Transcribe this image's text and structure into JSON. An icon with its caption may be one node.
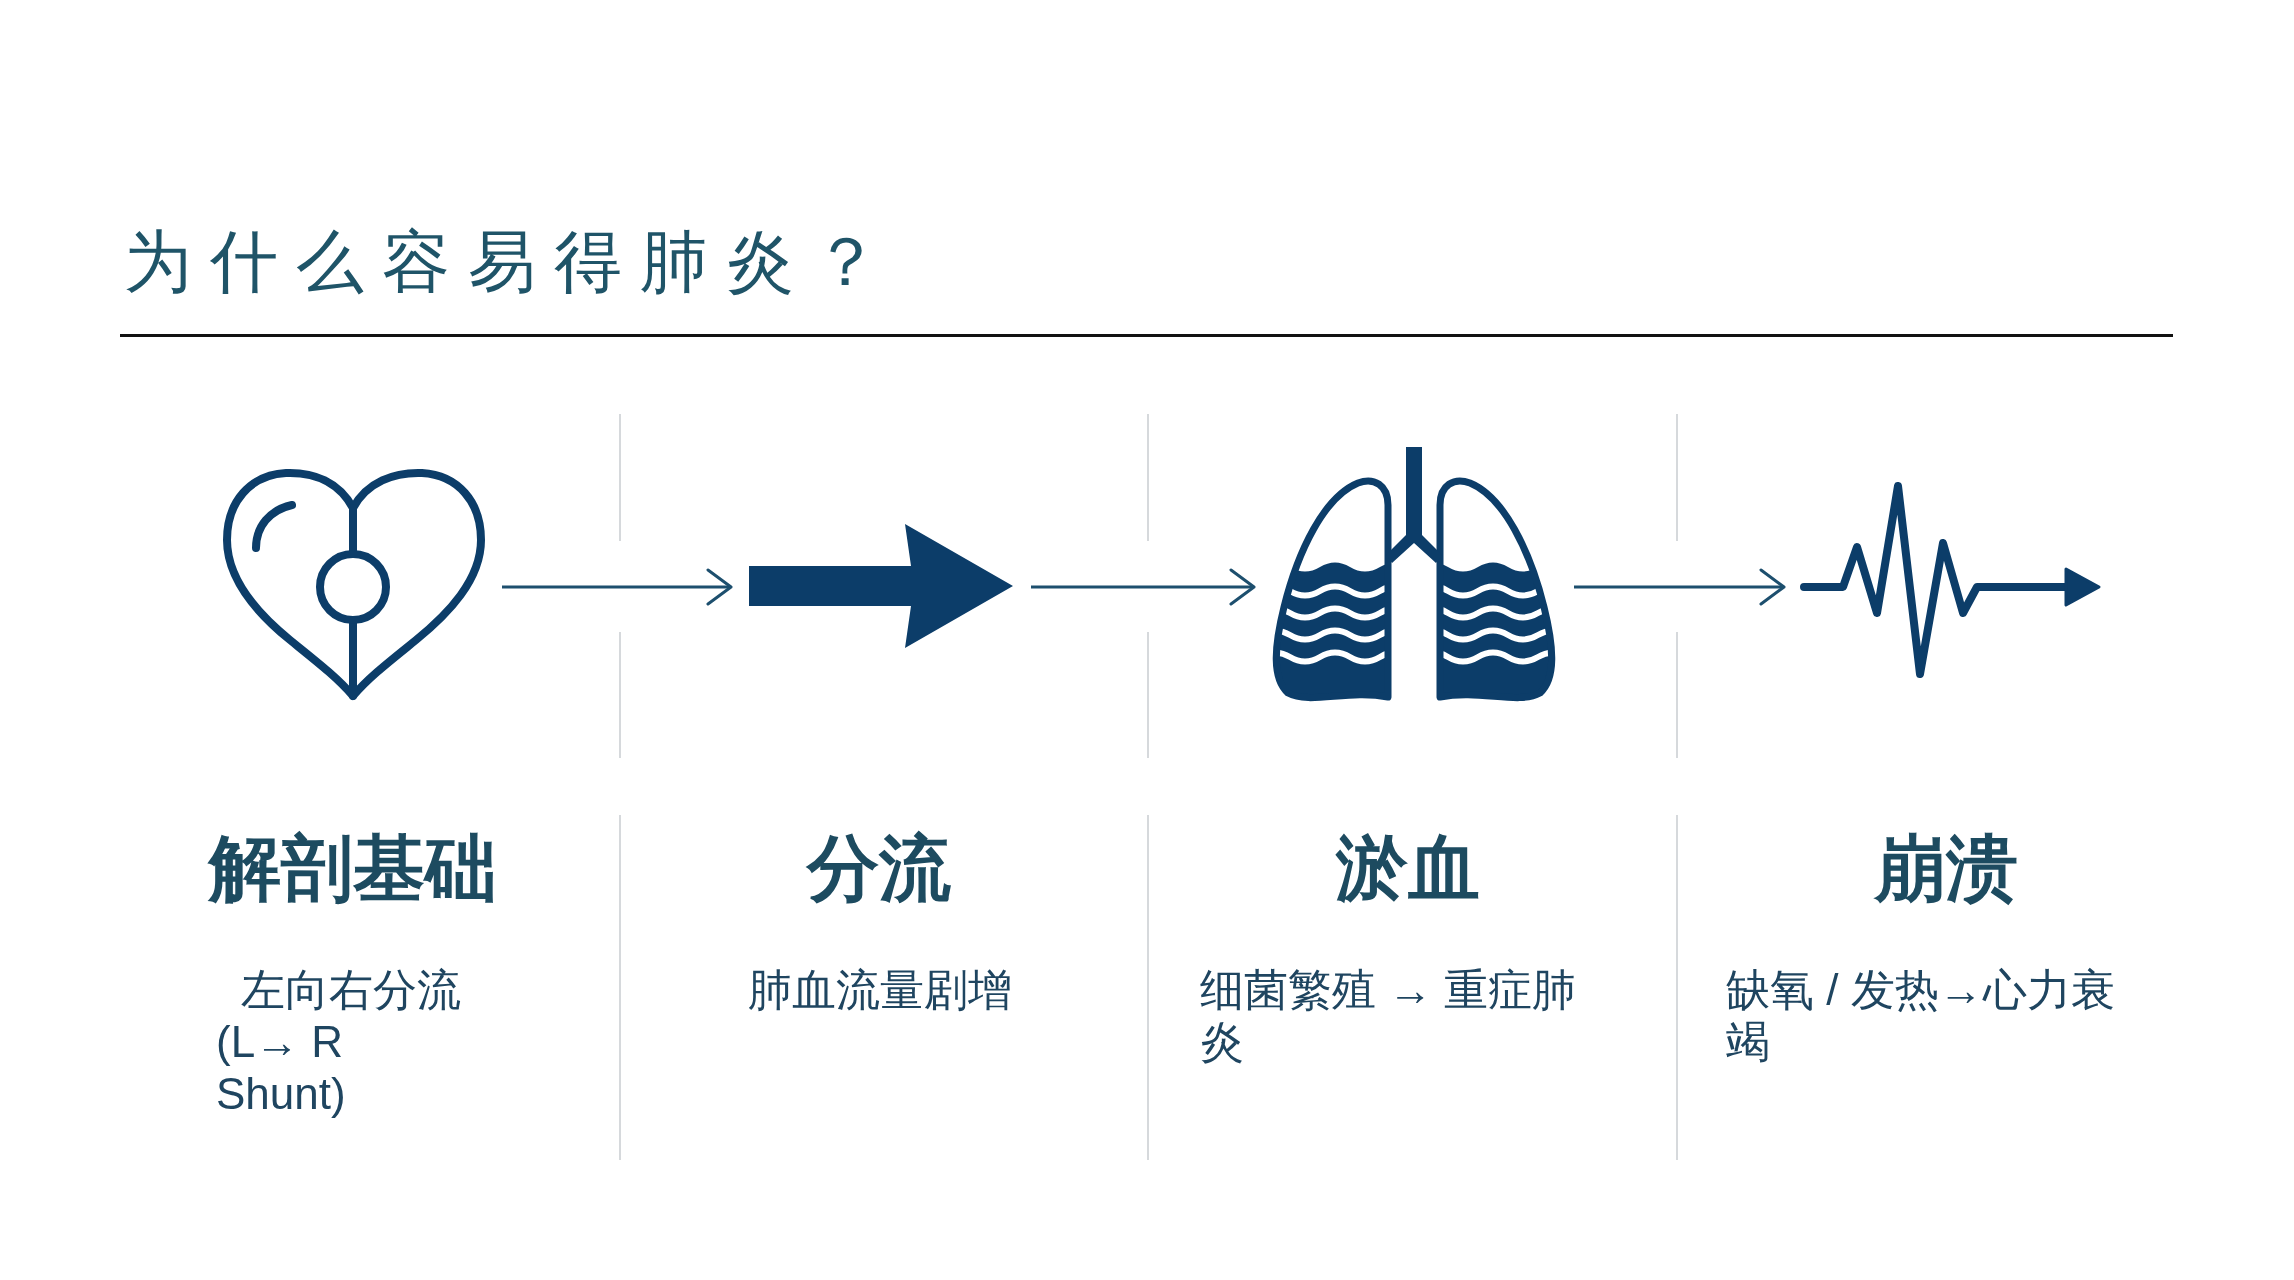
{
  "diagram": {
    "title": "为什么容易得肺炎？",
    "nodes": [
      {
        "text": [],
        "shape": "picture",
        "beside": [
          "解剖基础",
          "左向右分流 (L→ R Shunt)"
        ]
      },
      {
        "text": [],
        "shape": "picture",
        "beside": [
          "分流",
          "肺血流量剧增"
        ]
      },
      {
        "text": [],
        "shape": "picture",
        "beside": [
          "淤血",
          "细菌繁殖 → 重症肺炎"
        ]
      },
      {
        "text": [],
        "shape": "picture",
        "beside": [
          "崩溃",
          "缺氧 / 发热→心力衰竭"
        ]
      }
    ],
    "edges": [
      {
        "from": 0,
        "to": 1,
        "arrow": "to"
      },
      {
        "from": 1,
        "to": 2,
        "arrow": "to"
      },
      {
        "from": 2,
        "to": 3,
        "arrow": "to"
      }
    ]
  }
}
